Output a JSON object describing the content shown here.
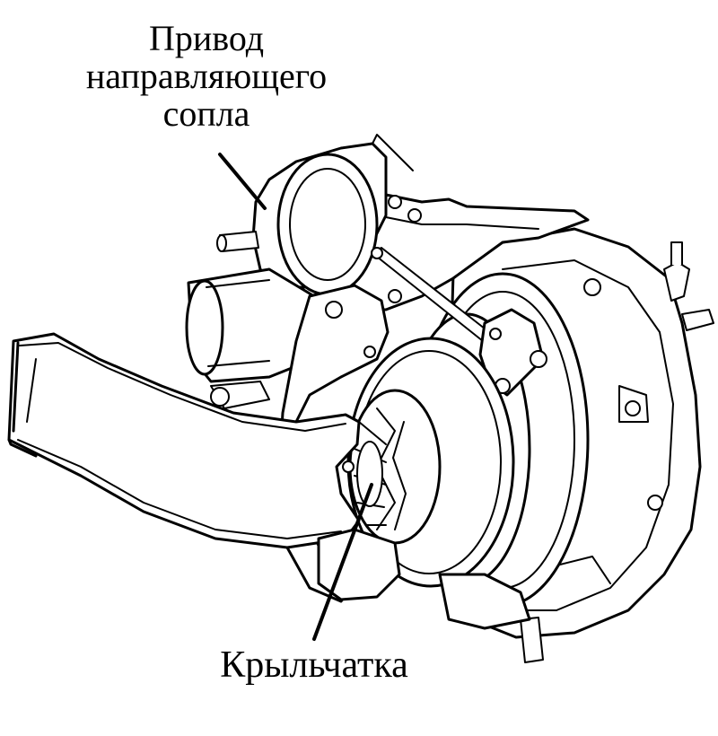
{
  "labels": {
    "actuator": {
      "line1": "Привод",
      "line2": "направляющего",
      "line3": "сопла"
    },
    "impeller": "Крыльчатка"
  },
  "colors": {
    "ink": "#000000",
    "paper": "#ffffff"
  }
}
